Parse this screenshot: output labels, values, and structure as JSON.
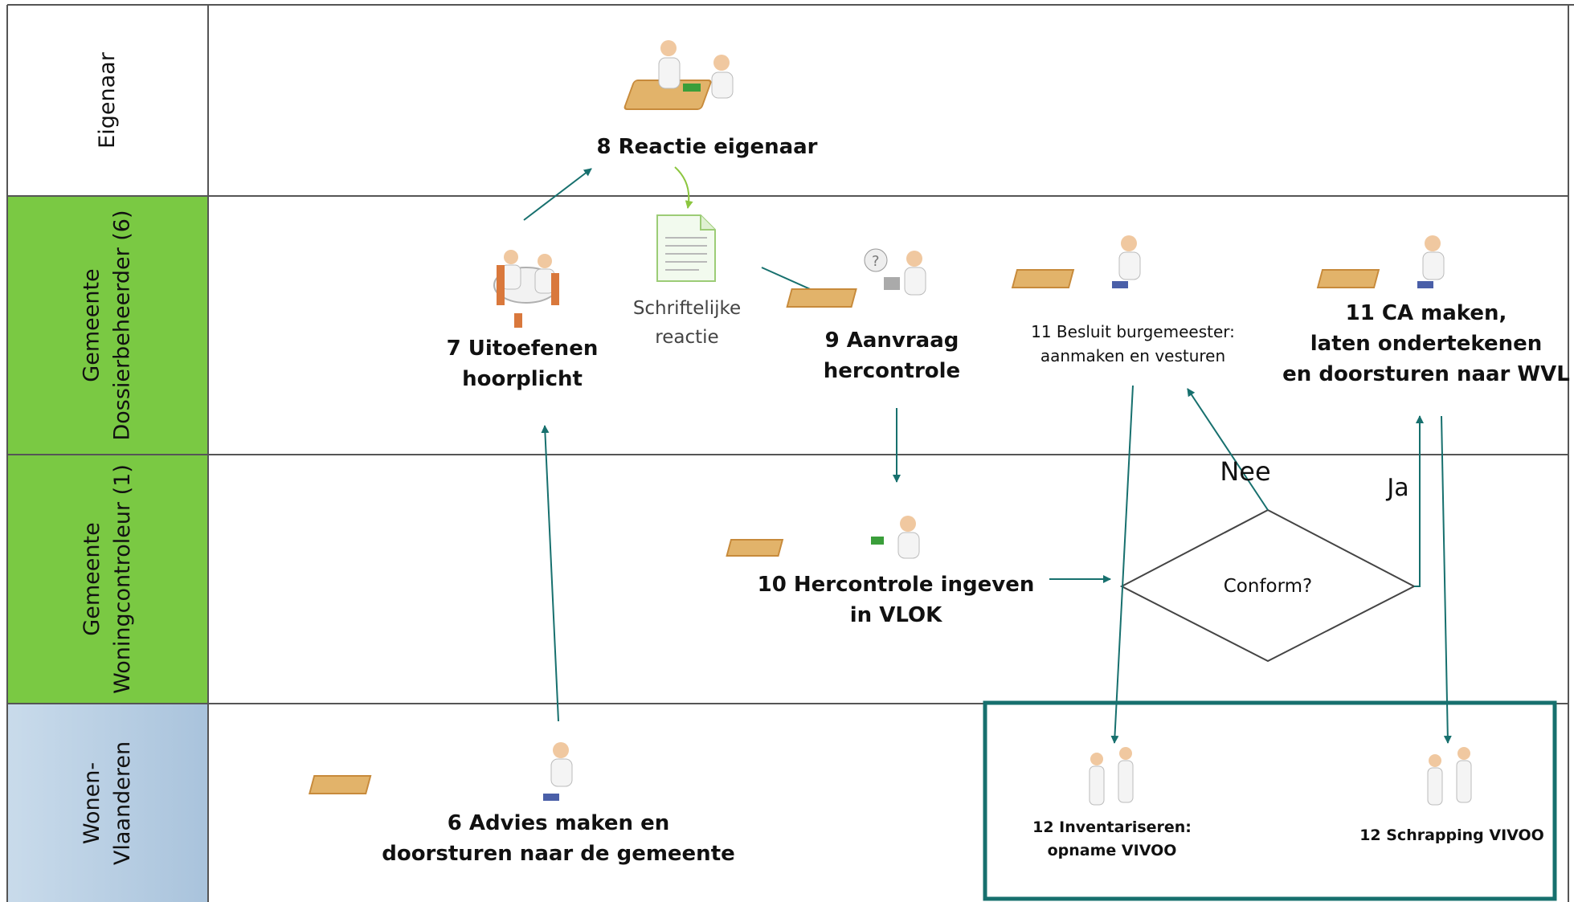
{
  "lanes": [
    {
      "line1": "Eigenaar",
      "line2": "",
      "color": "#ffffff"
    },
    {
      "line1": "Gemeente",
      "line2": "Dossierbeheerder (6)",
      "color": "#7ac943"
    },
    {
      "line1": "Gemeente",
      "line2": "Woningcontroleur (1)",
      "color": "#7ac943"
    },
    {
      "line1": "Wonen-",
      "line2": "Vlaanderen",
      "color": "#b8cde0"
    }
  ],
  "steps": {
    "s6": {
      "line1": "6 Advies maken en",
      "line2": "doorsturen naar de gemeente"
    },
    "s7": {
      "line1": "7 Uitoefenen",
      "line2": "hoorplicht"
    },
    "s8": {
      "line1": "8 Reactie eigenaar"
    },
    "doc": {
      "line1": "Schriftelijke",
      "line2": "reactie"
    },
    "s9": {
      "line1": "9 Aanvraag",
      "line2": "hercontrole"
    },
    "s10": {
      "line1": "10 Hercontrole ingeven",
      "line2": "in VLOK"
    },
    "s11a": {
      "line1": "11 Besluit burgemeester:",
      "line2": "aanmaken en vesturen"
    },
    "s11b": {
      "line1": "11 CA maken,",
      "line2": "laten ondertekenen",
      "line3": "en doorsturen naar WVL"
    },
    "s12a": {
      "line1": "12 Inventariseren:",
      "line2": "opname VIVOO"
    },
    "s12b": {
      "line1": "12 Schrapping VIVOO"
    }
  },
  "decision": {
    "label": "Conform?",
    "no": "Nee",
    "yes": "Ja"
  },
  "colors": {
    "arrow": "#17706e",
    "arrow_green": "#8cc63f",
    "highlight": "#17706e",
    "grid": "#555555"
  }
}
